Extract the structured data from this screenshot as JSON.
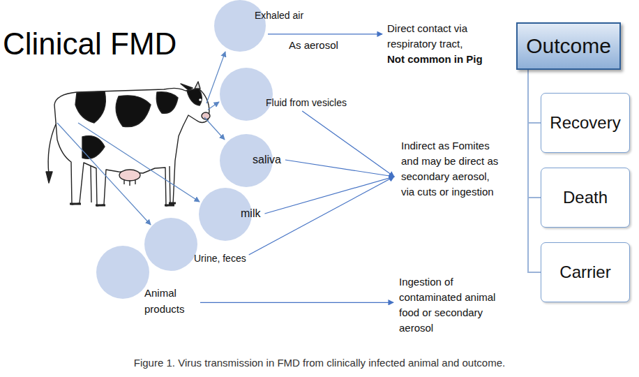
{
  "diagram": {
    "title": "Clinical FMD",
    "caption": "Figure 1. Virus transmission in FMD from clinically infected animal and outcome.",
    "nodes": [
      {
        "text": [
          "Exhaled air"
        ]
      },
      {
        "text": [
          "Direct contact via respiratory tract,",
          "Not common in Pig"
        ]
      },
      {
        "text": [
          "Fluid from vesicles"
        ]
      },
      {
        "text": [
          "saliva"
        ]
      },
      {
        "text": [
          "milk"
        ]
      },
      {
        "text": [
          "Urine, feces"
        ]
      },
      {
        "text": [
          "Indirect as Fomites and may be direct as secondary aerosol, via cuts or ingestion"
        ]
      },
      {
        "text": [
          "Animal products"
        ]
      },
      {
        "text": [
          "Ingestion of contaminated animal food or secondary aerosol"
        ]
      },
      {
        "text": [
          "Outcome"
        ]
      },
      {
        "text": [
          "Recovery"
        ]
      },
      {
        "text": [
          "Death"
        ]
      },
      {
        "text": [
          "Carrier"
        ]
      }
    ],
    "edges": [
      {
        "from": 0,
        "to": 1,
        "arrow": "to",
        "label": "As aerosol"
      },
      {
        "from": 2,
        "to": 6,
        "arrow": "to"
      },
      {
        "from": 3,
        "to": 6,
        "arrow": "to"
      },
      {
        "from": 4,
        "to": 6,
        "arrow": "to"
      },
      {
        "from": 5,
        "to": 6,
        "arrow": "to"
      },
      {
        "from": 7,
        "to": 8,
        "arrow": "to"
      },
      {
        "from": 9,
        "to": 10,
        "arrow": "none"
      },
      {
        "from": 9,
        "to": 11,
        "arrow": "none"
      },
      {
        "from": 9,
        "to": 12,
        "arrow": "none"
      }
    ]
  }
}
